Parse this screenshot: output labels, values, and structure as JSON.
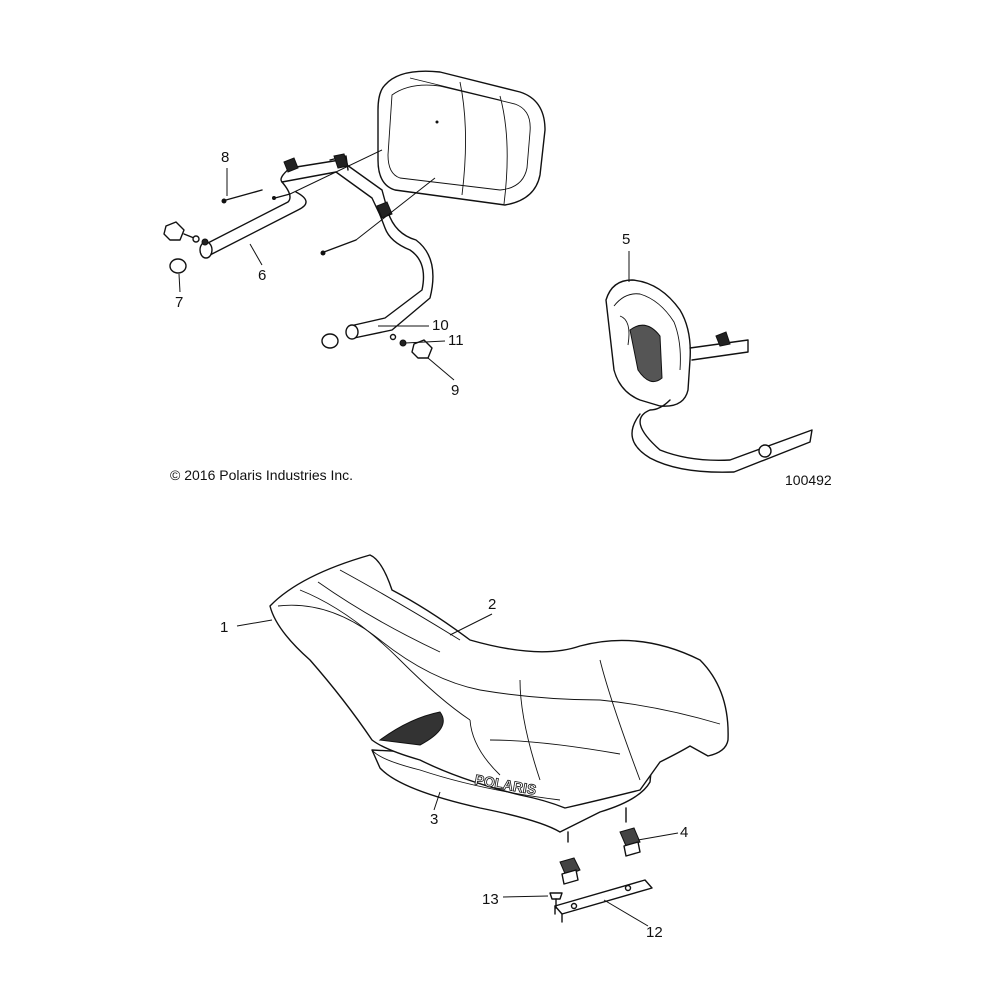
{
  "copyright": "© 2016 Polaris Industries Inc.",
  "diagram_id": "100492",
  "seat_logo": "POLARIS",
  "callouts": [
    "1",
    "2",
    "3",
    "4",
    "5",
    "6",
    "7",
    "8",
    "9",
    "10",
    "11",
    "12",
    "13"
  ]
}
